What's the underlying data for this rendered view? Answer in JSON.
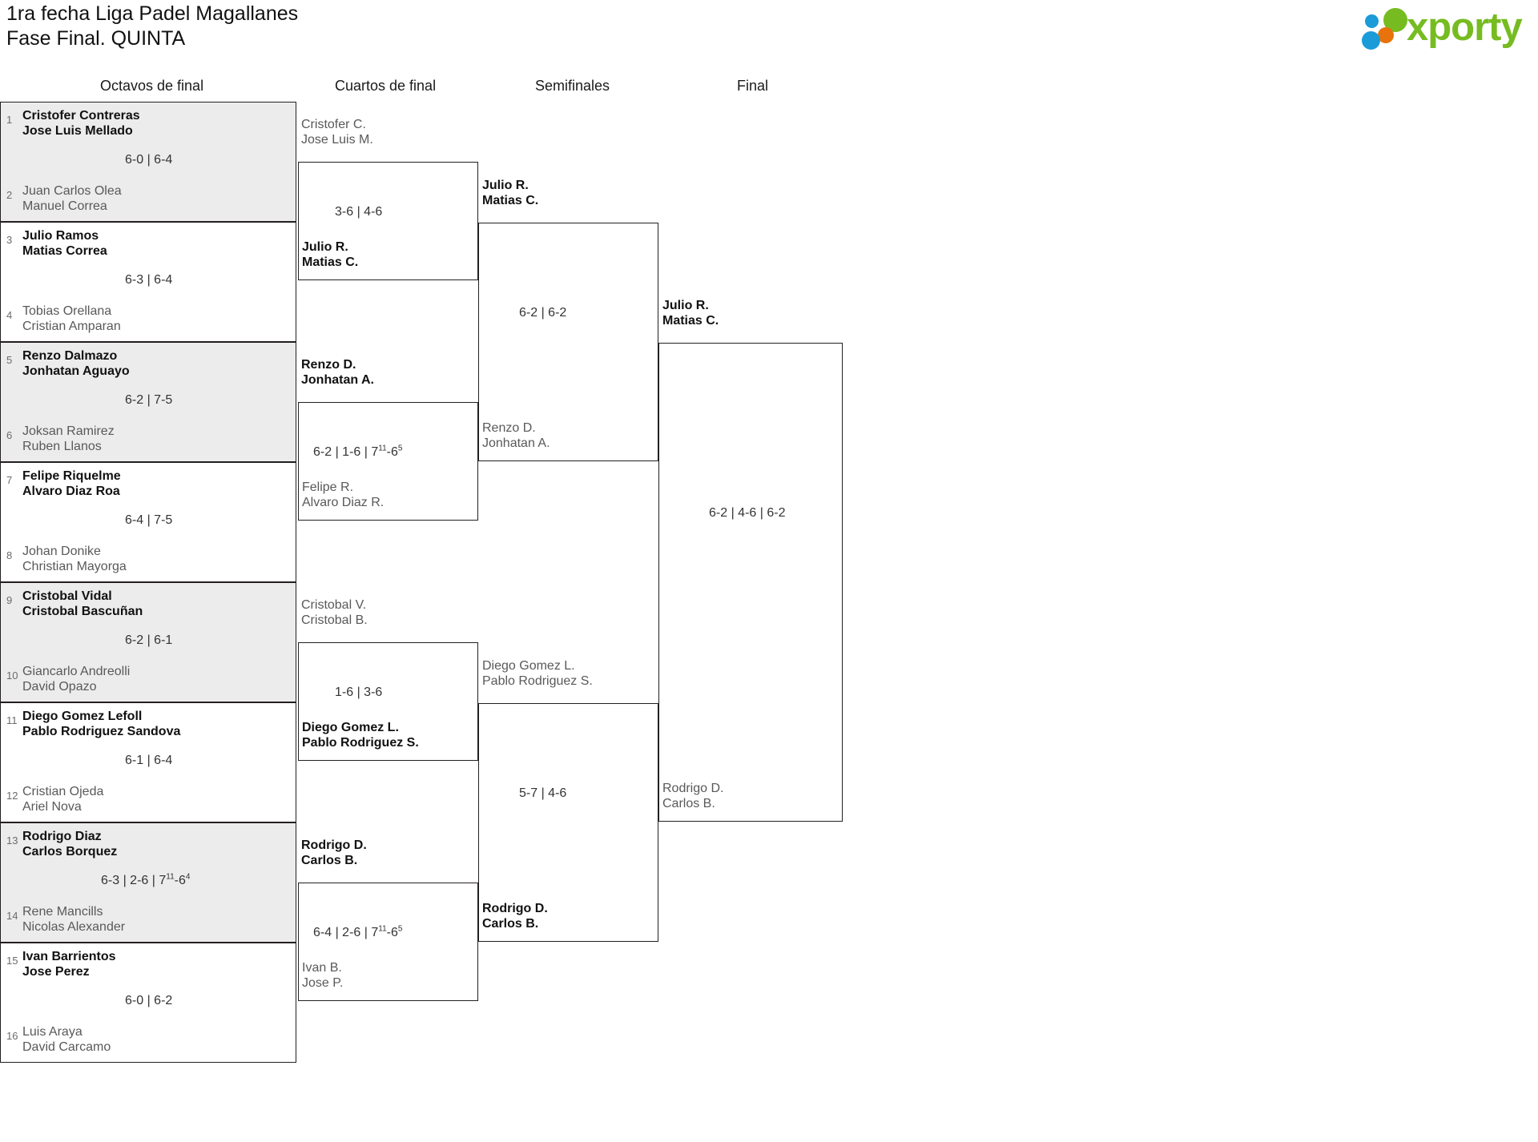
{
  "header": {
    "title": "1ra fecha Liga Padel Magallanes\nFase Final. QUINTA",
    "logo_text": "xporty",
    "logo_colors": {
      "green": "#76bc21",
      "blue": "#1b9bd8",
      "orange": "#e8720c"
    }
  },
  "rounds": [
    {
      "label": "Octavos de final"
    },
    {
      "label": "Cuartos de final"
    },
    {
      "label": "Semifinales"
    },
    {
      "label": "Final"
    }
  ],
  "r16": [
    {
      "seed_top": "1",
      "seed_bottom": "2",
      "top": {
        "p1": "Cristofer Contreras",
        "p2": "Jose Luis Mellado",
        "winner": true
      },
      "bottom": {
        "p1": "Juan Carlos Olea",
        "p2": "Manuel Correa",
        "winner": false
      },
      "score": "6-0 | 6-4"
    },
    {
      "seed_top": "3",
      "seed_bottom": "4",
      "top": {
        "p1": "Julio Ramos",
        "p2": "Matias Correa",
        "winner": true
      },
      "bottom": {
        "p1": "Tobias Orellana",
        "p2": "Cristian Amparan",
        "winner": false
      },
      "score": "6-3 | 6-4"
    },
    {
      "seed_top": "5",
      "seed_bottom": "6",
      "top": {
        "p1": "Renzo Dalmazo",
        "p2": "Jonhatan Aguayo",
        "winner": true
      },
      "bottom": {
        "p1": "Joksan Ramirez",
        "p2": "Ruben Llanos",
        "winner": false
      },
      "score": "6-2 | 7-5"
    },
    {
      "seed_top": "7",
      "seed_bottom": "8",
      "top": {
        "p1": "Felipe Riquelme",
        "p2": "Alvaro Diaz Roa",
        "winner": true
      },
      "bottom": {
        "p1": "Johan Donike",
        "p2": "Christian Mayorga",
        "winner": false
      },
      "score": "6-4 | 7-5"
    },
    {
      "seed_top": "9",
      "seed_bottom": "10",
      "top": {
        "p1": "Cristobal Vidal",
        "p2": "Cristobal Bascuñan",
        "winner": true
      },
      "bottom": {
        "p1": "Giancarlo Andreolli",
        "p2": "David Opazo",
        "winner": false
      },
      "score": "6-2 | 6-1"
    },
    {
      "seed_top": "11",
      "seed_bottom": "12",
      "top": {
        "p1": "Diego Gomez Lefoll",
        "p2": "Pablo Rodriguez Sandova",
        "winner": true
      },
      "bottom": {
        "p1": "Cristian Ojeda",
        "p2": "Ariel Nova",
        "winner": false
      },
      "score": "6-1 | 6-4"
    },
    {
      "seed_top": "13",
      "seed_bottom": "14",
      "top": {
        "p1": "Rodrigo Diaz",
        "p2": "Carlos Borquez",
        "winner": true
      },
      "bottom": {
        "p1": "Rene Mancills",
        "p2": "Nicolas Alexander",
        "winner": false
      },
      "score_parts": [
        {
          "t": "6-3 | 2-6 | 7"
        },
        {
          "sup": "11"
        },
        {
          "t": "-6"
        },
        {
          "sup": "4"
        }
      ]
    },
    {
      "seed_top": "15",
      "seed_bottom": "16",
      "top": {
        "p1": "Ivan Barrientos",
        "p2": "Jose Perez",
        "winner": true
      },
      "bottom": {
        "p1": "Luis Araya",
        "p2": "David Carcamo",
        "winner": false
      },
      "score": "6-0 | 6-2"
    }
  ],
  "quarters": [
    {
      "top": {
        "p1": "Cristofer C.",
        "p2": "Jose Luis M.",
        "winner": false
      },
      "bottom": {
        "p1": "Julio R.",
        "p2": "Matias C.",
        "winner": true
      },
      "score": "3-6 | 4-6"
    },
    {
      "top": {
        "p1": "Renzo D.",
        "p2": "Jonhatan A.",
        "winner": true
      },
      "bottom": {
        "p1": "Felipe R.",
        "p2": "Alvaro Diaz R.",
        "winner": false
      },
      "score_parts": [
        {
          "t": "6-2 | 1-6 | 7"
        },
        {
          "sup": "11"
        },
        {
          "t": "-6"
        },
        {
          "sup": "5"
        }
      ]
    },
    {
      "top": {
        "p1": "Cristobal V.",
        "p2": "Cristobal B.",
        "winner": false
      },
      "bottom": {
        "p1": "Diego Gomez L.",
        "p2": "Pablo Rodriguez S.",
        "winner": true
      },
      "score": "1-6 | 3-6"
    },
    {
      "top": {
        "p1": "Rodrigo D.",
        "p2": "Carlos B.",
        "winner": true
      },
      "bottom": {
        "p1": "Ivan B.",
        "p2": "Jose P.",
        "winner": false
      },
      "score_parts": [
        {
          "t": "6-4 | 2-6 | 7"
        },
        {
          "sup": "11"
        },
        {
          "t": "-6"
        },
        {
          "sup": "5"
        }
      ]
    }
  ],
  "semis": [
    {
      "top": {
        "p1": "Julio R.",
        "p2": "Matias C.",
        "winner": true
      },
      "bottom": {
        "p1": "Renzo D.",
        "p2": "Jonhatan A.",
        "winner": false
      },
      "score": "6-2 | 6-2"
    },
    {
      "top": {
        "p1": "Diego Gomez L.",
        "p2": "Pablo Rodriguez S.",
        "winner": false
      },
      "bottom": {
        "p1": "Rodrigo D.",
        "p2": "Carlos B.",
        "winner": true
      },
      "score": "5-7 | 4-6"
    }
  ],
  "final": {
    "top": {
      "p1": "Julio R.",
      "p2": "Matias C.",
      "winner": true
    },
    "bottom": {
      "p1": "Rodrigo D.",
      "p2": "Carlos B.",
      "winner": false
    },
    "score": "6-2 | 4-6 | 6-2"
  }
}
